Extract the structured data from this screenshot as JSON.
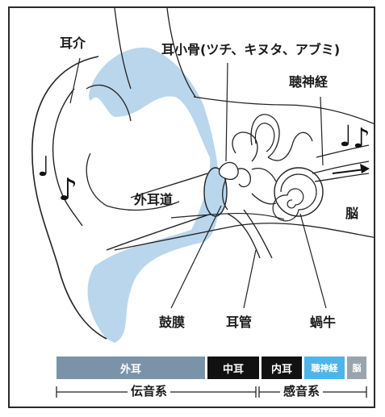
{
  "labels": {
    "pinna": "耳介",
    "ossicles": "耳小骨(ツチ、キヌタ、アブミ)",
    "auditory_nerve": "聴神経",
    "ear_canal": "外耳道",
    "brain": "脳",
    "eardrum": "鼓膜",
    "eustachian_tube": "耳管",
    "cochlea": "蝸牛"
  },
  "notes": {
    "note_a": "♩",
    "note_b": "♪",
    "note_c": "♩",
    "note_d": "♪"
  },
  "bar": {
    "outer": "外耳",
    "middle": "中耳",
    "inner": "内耳",
    "nerve": "聴神経",
    "brain": "脳"
  },
  "brackets": {
    "conductive": "伝音系",
    "sensory": "感音系"
  },
  "colors": {
    "outer_bar": "#7b93a8",
    "blue_canal": "#b9d6ec",
    "nerve_bar": "#4fb4e8",
    "dark": "#111111",
    "brain_bar": "#9aa4ad"
  }
}
